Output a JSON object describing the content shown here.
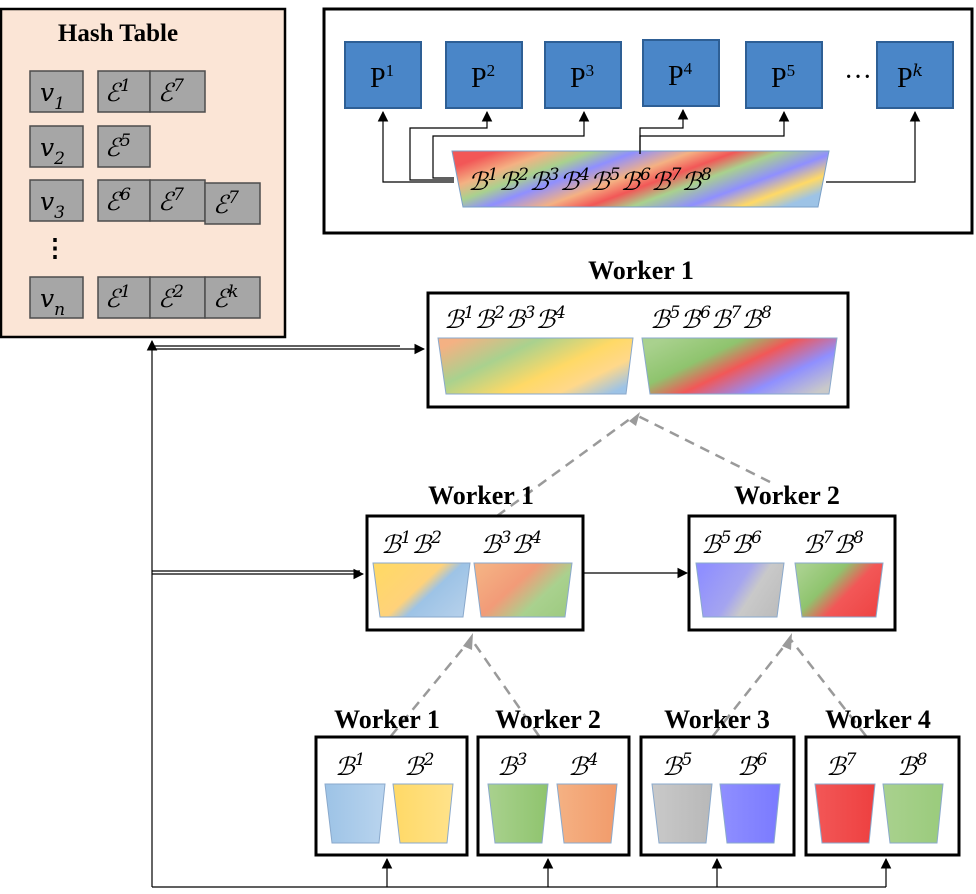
{
  "hash_table": {
    "title": "Hash Table",
    "ellipsis": "⋮",
    "rows": [
      {
        "key": "v",
        "key_sub": "1",
        "entries": [
          {
            "base": "ℰ",
            "sup": "1"
          },
          {
            "base": "ℰ",
            "sup": "7"
          }
        ]
      },
      {
        "key": "v",
        "key_sub": "2",
        "entries": [
          {
            "base": "ℰ",
            "sup": "5"
          }
        ]
      },
      {
        "key": "v",
        "key_sub": "3",
        "entries": [
          {
            "base": "ℰ",
            "sup": "6"
          },
          {
            "base": "ℰ",
            "sup": "7"
          },
          {
            "base": "ℰ",
            "sup": "7"
          }
        ]
      },
      {
        "key": "v",
        "key_sub": "n",
        "entries": [
          {
            "base": "ℰ",
            "sup": "1"
          },
          {
            "base": "ℰ",
            "sup": "2"
          },
          {
            "base": "ℰ",
            "sup": "k"
          }
        ]
      }
    ]
  },
  "partitions": {
    "labels": [
      {
        "base": "P",
        "sup": "1"
      },
      {
        "base": "P",
        "sup": "2"
      },
      {
        "base": "P",
        "sup": "3"
      },
      {
        "base": "P",
        "sup": "4"
      },
      {
        "base": "P",
        "sup": "5"
      },
      {
        "base": "P",
        "sup": "k"
      }
    ],
    "dots": "···",
    "buffer": [
      {
        "base": "ℬ",
        "sup": "1"
      },
      {
        "base": "ℬ",
        "sup": "2"
      },
      {
        "base": "ℬ",
        "sup": "3"
      },
      {
        "base": "ℬ",
        "sup": "4"
      },
      {
        "base": "ℬ",
        "sup": "5"
      },
      {
        "base": "ℬ",
        "sup": "6"
      },
      {
        "base": "ℬ",
        "sup": "7"
      },
      {
        "base": "ℬ",
        "sup": "8"
      }
    ]
  },
  "level3": {
    "title": "Worker 1",
    "groups": [
      [
        {
          "base": "ℬ",
          "sup": "1"
        },
        {
          "base": "ℬ",
          "sup": "2"
        },
        {
          "base": "ℬ",
          "sup": "3"
        },
        {
          "base": "ℬ",
          "sup": "4"
        }
      ],
      [
        {
          "base": "ℬ",
          "sup": "5"
        },
        {
          "base": "ℬ",
          "sup": "6"
        },
        {
          "base": "ℬ",
          "sup": "7"
        },
        {
          "base": "ℬ",
          "sup": "8"
        }
      ]
    ]
  },
  "level2": [
    {
      "title": "Worker 1",
      "groups": [
        [
          {
            "base": "ℬ",
            "sup": "1"
          },
          {
            "base": "ℬ",
            "sup": "2"
          }
        ],
        [
          {
            "base": "ℬ",
            "sup": "3"
          },
          {
            "base": "ℬ",
            "sup": "4"
          }
        ]
      ]
    },
    {
      "title": "Worker 2",
      "groups": [
        [
          {
            "base": "ℬ",
            "sup": "5"
          },
          {
            "base": "ℬ",
            "sup": "6"
          }
        ],
        [
          {
            "base": "ℬ",
            "sup": "7"
          },
          {
            "base": "ℬ",
            "sup": "8"
          }
        ]
      ]
    }
  ],
  "level1": [
    {
      "title": "Worker 1",
      "items": [
        {
          "base": "ℬ",
          "sup": "1"
        },
        {
          "base": "ℬ",
          "sup": "2"
        }
      ]
    },
    {
      "title": "Worker 2",
      "items": [
        {
          "base": "ℬ",
          "sup": "3"
        },
        {
          "base": "ℬ",
          "sup": "4"
        }
      ]
    },
    {
      "title": "Worker 3",
      "items": [
        {
          "base": "ℬ",
          "sup": "5"
        },
        {
          "base": "ℬ",
          "sup": "6"
        }
      ]
    },
    {
      "title": "Worker 4",
      "items": [
        {
          "base": "ℬ",
          "sup": "7"
        },
        {
          "base": "ℬ",
          "sup": "8"
        }
      ]
    }
  ],
  "colors": {
    "blue": "#9dc3e6",
    "yellow": "#ffd966",
    "green": "#a9d18e",
    "orange": "#f4b183",
    "gray": "#c9c9c9",
    "violet": "#8f8fff",
    "red": "#f25757",
    "hash_bg": "#fbe5d6",
    "partition_blue": "#4a86c8"
  }
}
